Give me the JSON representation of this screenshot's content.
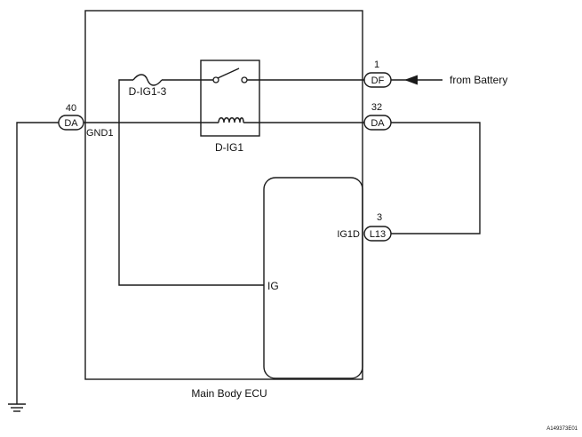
{
  "ecu": {
    "name": "Main Body ECU"
  },
  "connectors": {
    "left": {
      "pin": "40",
      "code": "DA",
      "terminal": "GND1"
    },
    "battery": {
      "pin": "1",
      "code": "DF"
    },
    "da32": {
      "pin": "32",
      "code": "DA"
    },
    "l13": {
      "pin": "3",
      "code": "L13",
      "terminal": "IG1D"
    }
  },
  "components": {
    "fuse": "D-IG1-3",
    "relay": "D-IG1"
  },
  "terminals": {
    "ig": "IG"
  },
  "external": {
    "source": "from Battery"
  },
  "figure_id": "A149373E01",
  "icons": [
    "ground-icon",
    "fuse-icon",
    "relay-switch-icon",
    "relay-coil-icon",
    "arrow-icon"
  ]
}
